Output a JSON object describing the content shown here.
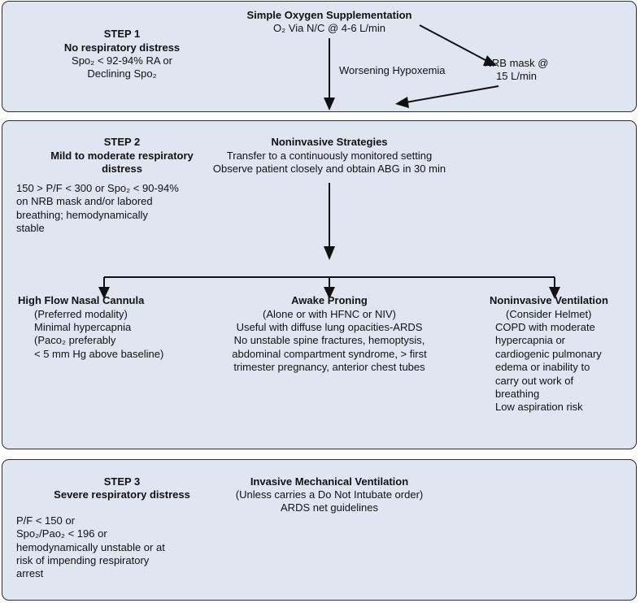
{
  "step1": {
    "label": "STEP 1",
    "title": "No respiratory distress",
    "criteria": [
      "Spo₂ < 92-94% RA or",
      "Declining Spo₂"
    ],
    "center_title": "Simple Oxygen Supplementation",
    "center_text": "O₂ Via N/C @ 4-6 L/min",
    "arrow_label": "Worsening Hypoxemia",
    "side_box": [
      "NRB mask @",
      "15 L/min"
    ]
  },
  "step2": {
    "label": "STEP 2",
    "title": [
      "Mild to moderate respiratory",
      "distress"
    ],
    "criteria": [
      "150 > P/F < 300 or Spo₂ < 90-94%",
      "on NRB mask and/or labored",
      "breathing; hemodynamically",
      "stable"
    ],
    "center_title": "Noninvasive Strategies",
    "center_text": [
      "Transfer to a continuously monitored setting",
      "Observe patient closely and obtain ABG in 30 min"
    ],
    "options": [
      {
        "title": "High Flow Nasal Cannula",
        "lines": [
          "(Preferred modality)",
          "Minimal hypercapnia",
          "(Paco₂ preferably",
          "< 5 mm Hg above baseline)"
        ]
      },
      {
        "title": "Awake Proning",
        "lines": [
          "(Alone or with HFNC or NIV)",
          "Useful with diffuse lung opacities-ARDS",
          "No unstable spine fractures, hemoptysis,",
          "abdominal compartment syndrome, > first",
          "trimester pregnancy, anterior chest tubes"
        ]
      },
      {
        "title": "Noninvasive Ventilation",
        "lines": [
          "(Consider Helmet)",
          "COPD with moderate",
          "hypercapnia or",
          "cardiogenic pulmonary",
          "edema or inability to",
          "carry out work of",
          "breathing",
          "Low aspiration risk"
        ]
      }
    ]
  },
  "step3": {
    "label": "STEP 3",
    "title": "Severe respiratory distress",
    "criteria": [
      "P/F < 150 or",
      "Spo₂/Pao₂ < 196 or",
      "hemodynamically unstable or at",
      "risk of impending respiratory",
      "arrest"
    ],
    "center_title": "Invasive Mechanical Ventilation",
    "center_text": [
      "(Unless carries a Do Not Intubate order)",
      "ARDS net guidelines"
    ]
  },
  "colors": {
    "panel_fill": "#dfe6f1",
    "border": "#2d2d2d",
    "arrow": "#111111"
  }
}
